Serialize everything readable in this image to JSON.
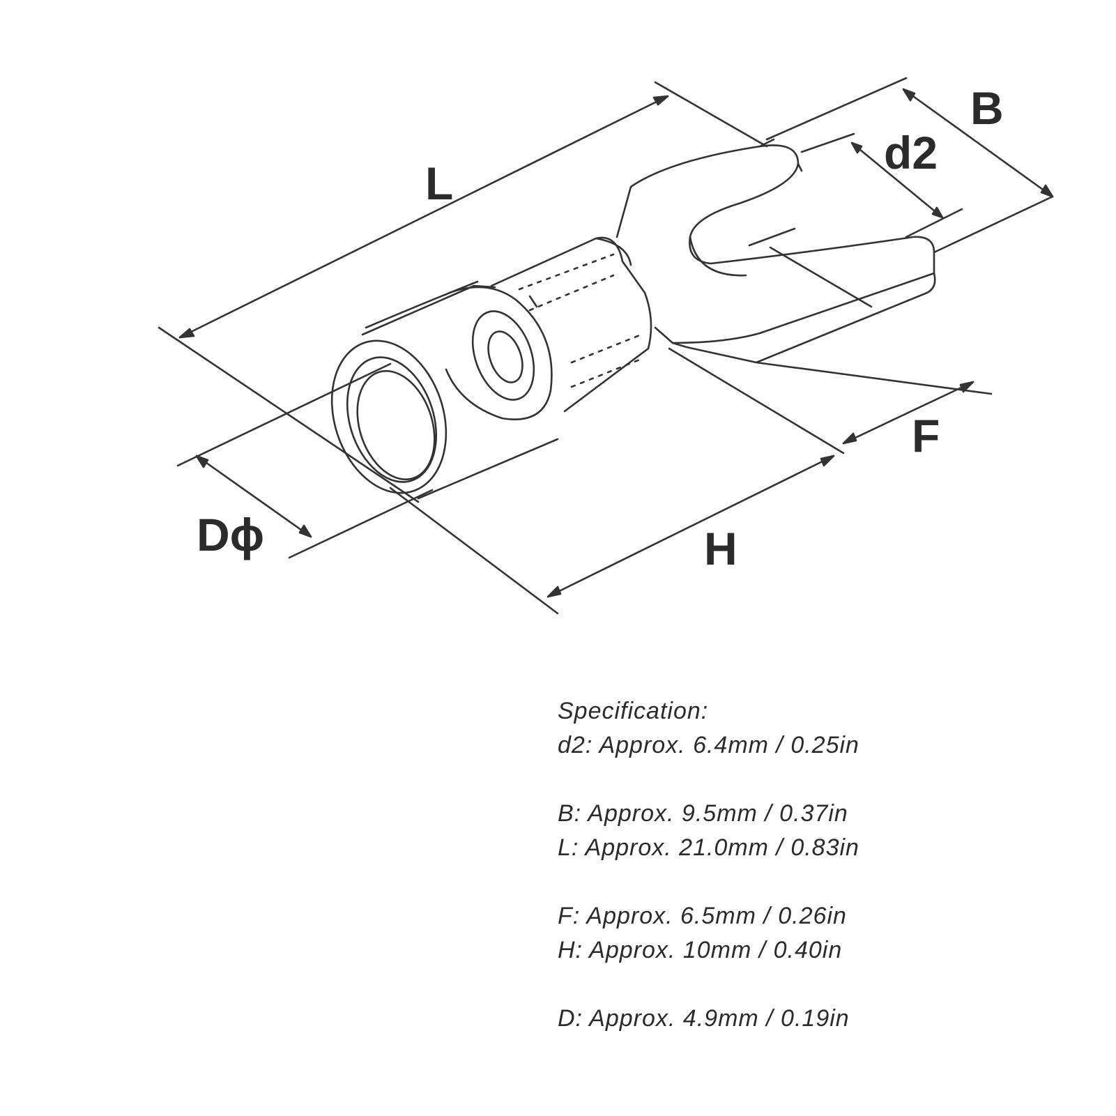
{
  "diagram": {
    "labels": {
      "L": "L",
      "B": "B",
      "d2": "d2",
      "F": "F",
      "H": "H",
      "D": "Dϕ"
    }
  },
  "spec": {
    "title": "Specification:",
    "d2": "d2: Approx. 6.4mm / 0.25in",
    "B": "B: Approx. 9.5mm / 0.37in",
    "L": "L: Approx. 21.0mm / 0.83in",
    "F": "F: Approx. 6.5mm / 0.26in",
    "H": "H: Approx. 10mm / 0.40in",
    "D": "D: Approx. 4.9mm / 0.19in"
  }
}
